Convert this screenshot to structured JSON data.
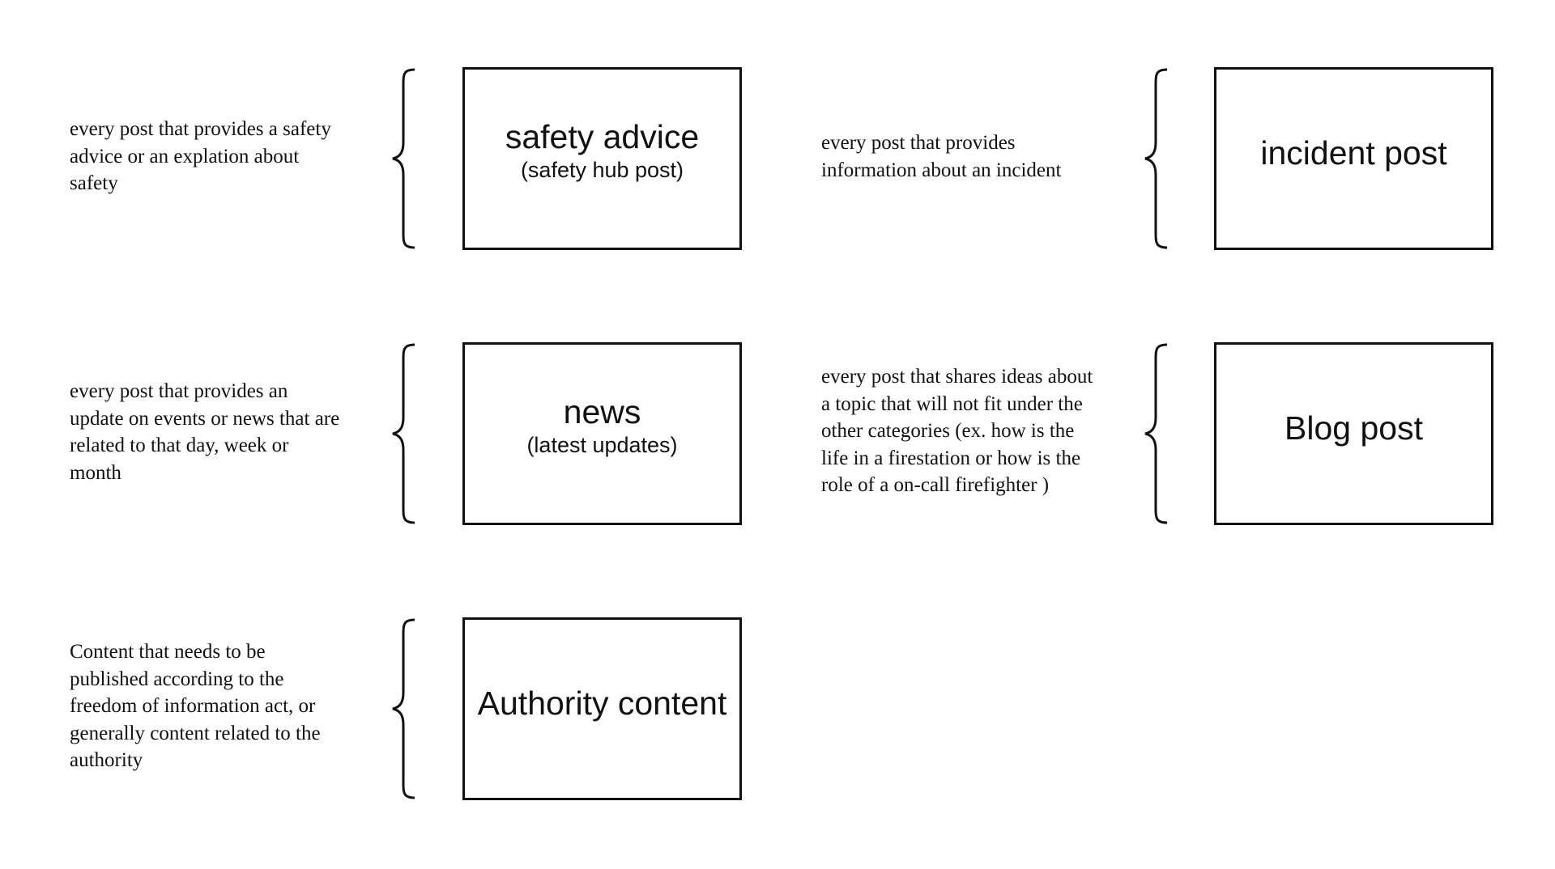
{
  "categories": [
    {
      "id": "safety",
      "title": "safety advice",
      "subtitle": "(safety hub post)",
      "description": [
        "every post that provides a safety",
        "advice or an explation about",
        "safety"
      ]
    },
    {
      "id": "incident",
      "title": "incident post",
      "subtitle": "",
      "description": [
        "every post that provides",
        "information about an incident"
      ]
    },
    {
      "id": "news",
      "title": "news",
      "subtitle": "(latest updates)",
      "description": [
        "every post that provides an",
        "update on events or news that are",
        "related to that day, week or",
        "month"
      ]
    },
    {
      "id": "blog",
      "title": "Blog post",
      "subtitle": "",
      "description": [
        "every post that shares ideas about",
        "a topic that will not fit under the",
        "other categories (ex. how is the",
        "life in a firestation or how is the",
        "role of a on-call firefighter )"
      ]
    },
    {
      "id": "authority",
      "title": "Authority content",
      "subtitle": "",
      "description": [
        "Content that needs to be",
        "published according to the",
        "freedom of information act, or",
        "generally content related to the",
        "authority"
      ]
    }
  ],
  "colors": {
    "stroke": "#111111",
    "background": "#ffffff"
  }
}
